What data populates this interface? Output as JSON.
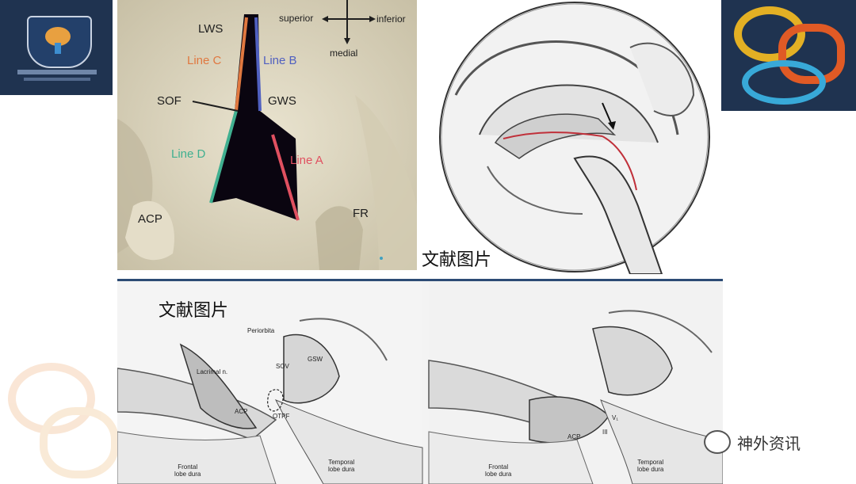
{
  "skull_photo": {
    "labels": {
      "lws": "LWS",
      "line_c": "Line C",
      "line_b": "Line B",
      "sof": "SOF",
      "gws": "GWS",
      "line_d": "Line D",
      "line_a": "Line A",
      "acp": "ACP",
      "fr": "FR"
    },
    "directions": {
      "superior": "superior",
      "inferior": "inferior",
      "medial": "medial"
    }
  },
  "captions": {
    "top_right": "文献图片",
    "bottom": "文献图片"
  },
  "illustration_left": {
    "periorbita": "Periorbita",
    "sov": "SOV",
    "gsw": "GSW",
    "lacrimal": "Lacrimal n.",
    "acp": "ACP",
    "otpf": "OTPF",
    "frontal": "Frontal",
    "frontal_sub": "lobe dura",
    "temporal": "Temporal",
    "temporal_sub": "lobe dura"
  },
  "illustration_right": {
    "acp": "ACP",
    "iii": "III",
    "v1": "V₁",
    "frontal": "Frontal",
    "frontal_sub": "lobe dura",
    "temporal": "Temporal",
    "temporal_sub": "lobe dura"
  },
  "watermark": {
    "text": "神外资讯",
    "icon": "wechat-icon"
  },
  "colors": {
    "header_navy": "#1f3350",
    "line_a": "#e05060",
    "line_b": "#5060c0",
    "line_c": "#e07840",
    "line_d": "#40b090"
  }
}
